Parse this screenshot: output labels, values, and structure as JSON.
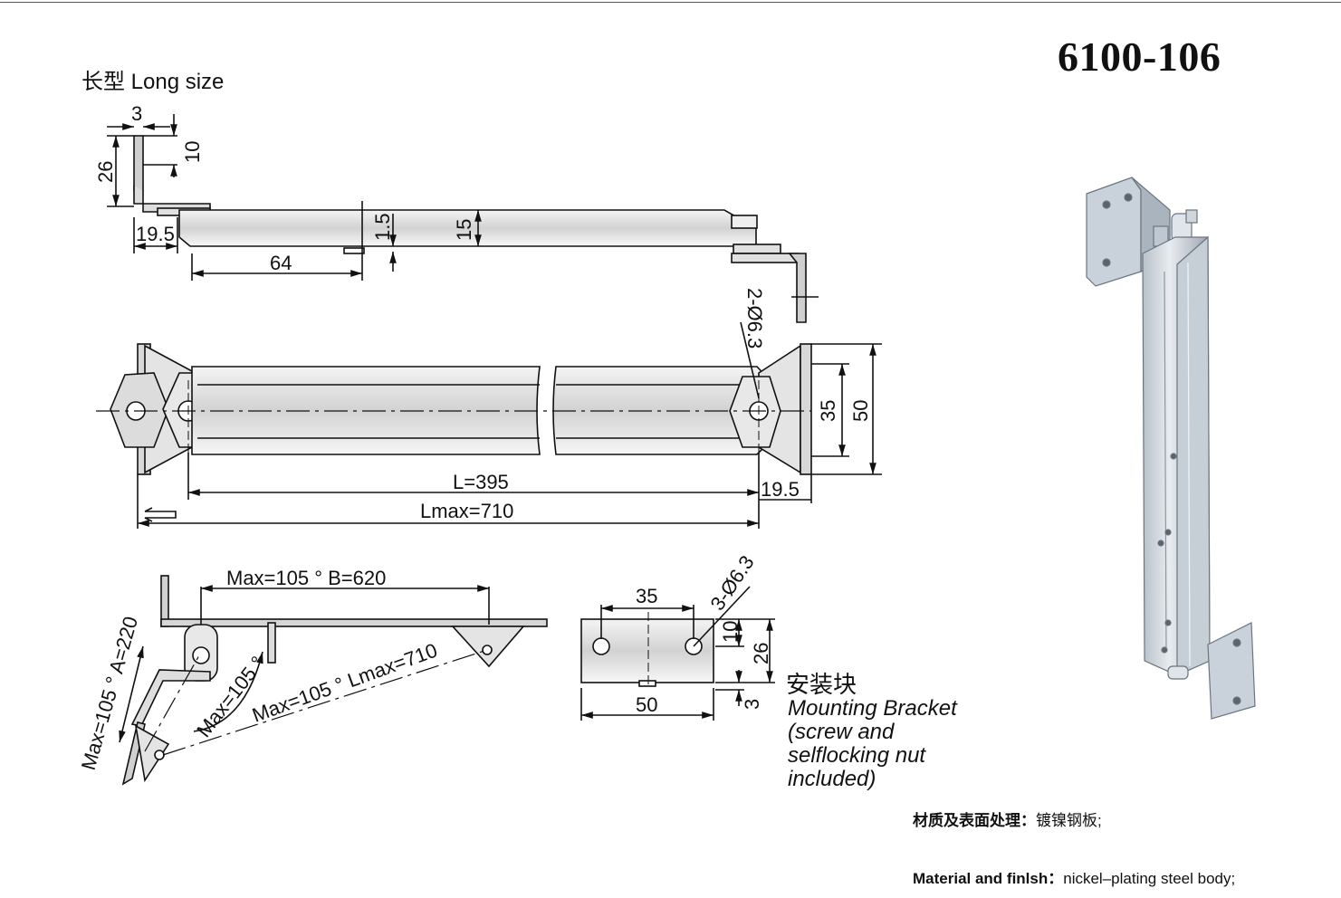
{
  "title": "6100-106",
  "subtitle": "长型 Long size",
  "dimensions": {
    "side_view": {
      "thickness": "3",
      "tab": "10",
      "height": "26",
      "offset": "19.5",
      "length": "64",
      "gap": "1.5",
      "bar": "15"
    },
    "top_view": {
      "holes": "2-Ø6.3",
      "inner_width": "35",
      "outer_width": "50",
      "length": "L=395",
      "max_length": "Lmax=710",
      "end_offset": "19.5"
    },
    "open_view": {
      "angle_b": "Max=105 °  B=620",
      "angle_a": "Max=105 ° A=220",
      "angle_mid": "Max=105 °",
      "angle_lmax": "Max=105 ° Lmax=710"
    },
    "bracket": {
      "spacing": "35",
      "holes": "3-Ø6.3",
      "tab": "10",
      "height": "26",
      "thickness": "3",
      "width": "50"
    }
  },
  "mounting": {
    "label_cn": "安装块",
    "label_en": "Mounting Bracket (screw and selflocking nut included)"
  },
  "material": {
    "cn_label": "材质及表面处理：",
    "cn_value": "镀镍钢板;",
    "en_label": "Material and finlsh：",
    "en_value": "nickel–plating steel body;"
  }
}
